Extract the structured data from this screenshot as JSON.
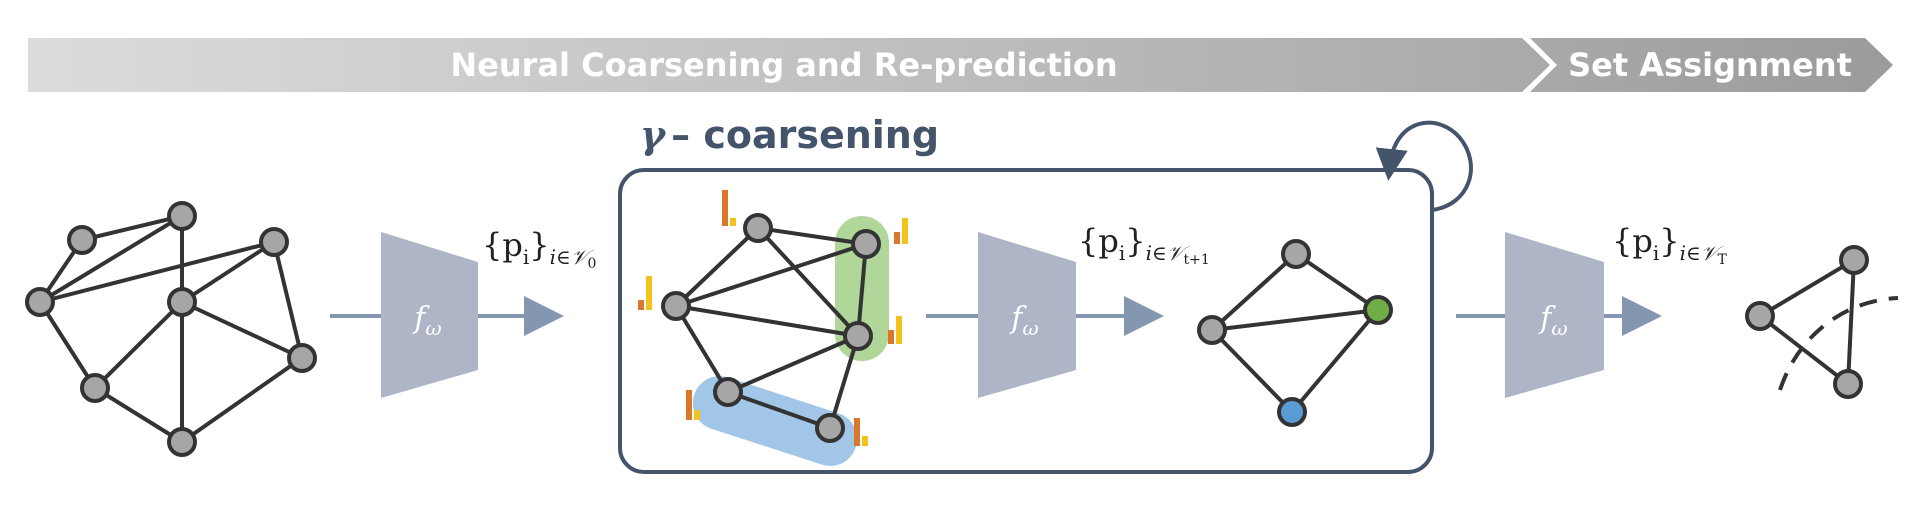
{
  "banner": {
    "stage1_label": "Neural Coarsening and Re-prediction",
    "stage2_label": "Set Assignment"
  },
  "coarsening": {
    "title_symbol": "γ",
    "title_text": "– coarsening"
  },
  "encoder": {
    "label_f": "f",
    "label_sub": "ω"
  },
  "outputs": {
    "p0": {
      "main": "{p",
      "sub_i": "i",
      "close": "}",
      "set": "i∈𝒱",
      "index": "0"
    },
    "pt1": {
      "main": "{p",
      "sub_i": "i",
      "close": "}",
      "set": "i∈𝒱",
      "index": "t+1"
    },
    "pT": {
      "main": "{p",
      "sub_i": "i",
      "close": "}",
      "set": "i∈𝒱",
      "index": "T"
    }
  },
  "colors": {
    "node_fill": "#a6a6a6",
    "edge": "#333333",
    "encoder": "#adb5c6",
    "arrow": "#8497b0",
    "box": "#44546a",
    "green_group": "#a9d18e",
    "blue_group": "#9dc3e6",
    "green_node": "#70ad47",
    "blue_node": "#5b9bd5",
    "bar_orange": "#d9772a",
    "bar_yellow": "#f4c21d"
  },
  "icons": [
    "self-loop-arrow-icon",
    "encoder-trapezoid-icon",
    "right-arrow-icon",
    "probability-bar-icon",
    "cut-line-icon"
  ]
}
